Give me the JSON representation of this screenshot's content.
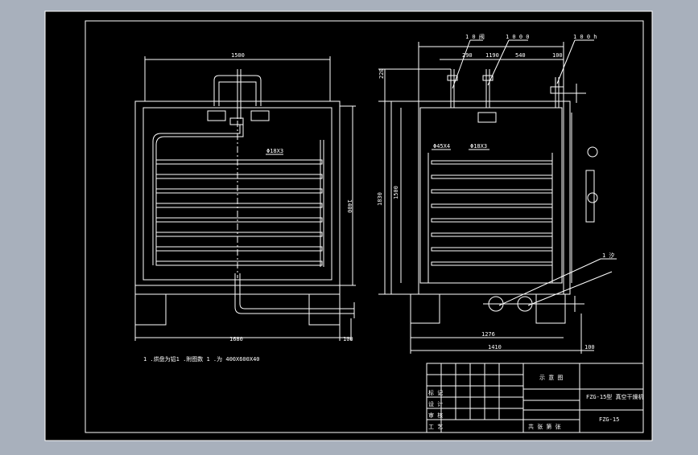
{
  "colors": {
    "viewport_bg": "#a8b0bc",
    "sheet_bg": "#000000",
    "line": "#ffffff",
    "dim_text": "#ffffff"
  },
  "front_view": {
    "dims": {
      "width_top": "1500",
      "height_right": "1400",
      "width_bottom": "1680",
      "offset_bottom": "100",
      "pipe_label": "Φ18X3"
    },
    "note": "1 .烘盘为铝1 .附图数 1 .为 400X600X40"
  },
  "side_view": {
    "dims": {
      "d290": "290",
      "d1190": "1190",
      "d540": "540",
      "d100": "100",
      "d220": "220",
      "d1500": "1500",
      "d1830": "1830",
      "d1276": "1276",
      "d1410": "1410",
      "d100b": "100"
    },
    "labels": {
      "leader1": "1 0 阀",
      "leader2": "1 0 0 0",
      "leader3": "1 0 0 h",
      "pipe1": "Φ45X4",
      "pipe2": "Φ18X3",
      "leader_lower": "1 汐"
    }
  },
  "title_block": {
    "header": "示 意 图",
    "model": "FZG-15型 真空干燥机",
    "drawing_no": "FZG-15",
    "row1": "标 记",
    "row2": "设 计",
    "row3": "审 核",
    "row4": "工 艺",
    "bottom": "共   张  第   张"
  }
}
